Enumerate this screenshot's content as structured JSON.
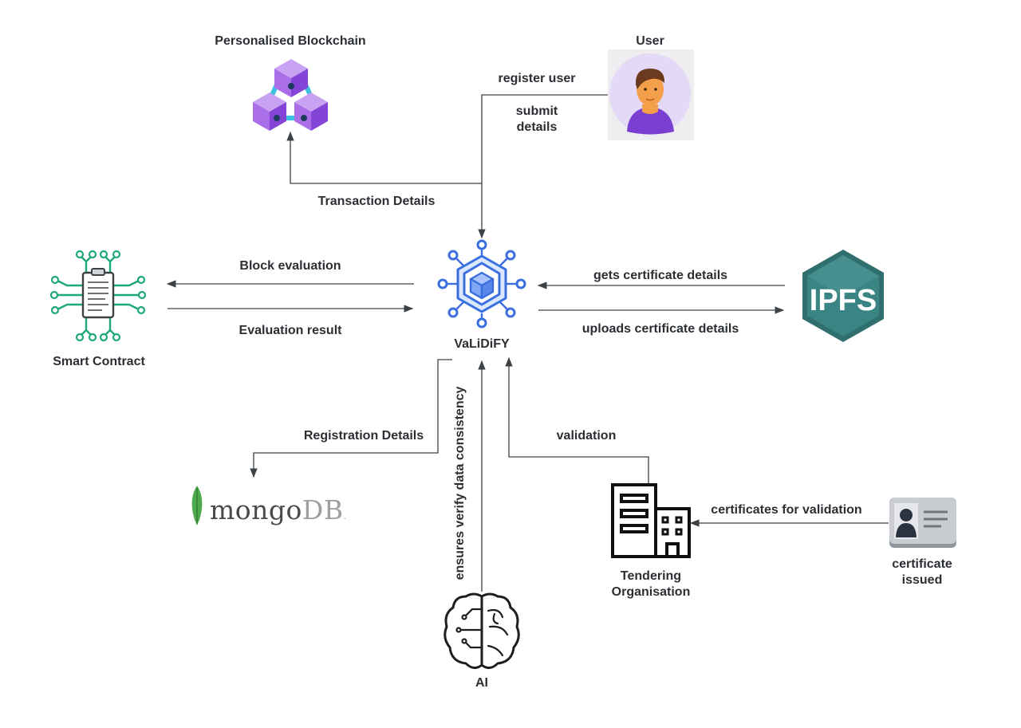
{
  "nodes": {
    "blockchain": "Personalised Blockchain",
    "user": "User",
    "validify": "VaLiDiFY",
    "smart_contract": "Smart Contract",
    "ipfs_logo": "IPFS",
    "mongodb_logo": {
      "mongo": "mongo",
      "db": "DB",
      "mark": "."
    },
    "tendering_org_line1": "Tendering",
    "tendering_org_line2": "Organisation",
    "certificate_line1": "certificate",
    "certificate_line2": "issued",
    "ai": "AI"
  },
  "edges": {
    "register_user": "register user",
    "submit_details_line1": "submit",
    "submit_details_line2": "details",
    "transaction_details": "Transaction Details",
    "block_evaluation": "Block evaluation",
    "evaluation_result": "Evaluation result",
    "gets_certificate_details": "gets certificate details",
    "uploads_certificate_details": "uploads certificate details",
    "registration_details": "Registration Details",
    "ai_consistency": "ensures verify data consistency",
    "validation": "validation",
    "certificates_for_validation": "certificates for validation"
  },
  "colors": {
    "line": "#3d4246",
    "text": "#2b2f33",
    "blockchain_purple": "#9b5de5",
    "validify_blue": "#3b6fe0",
    "smart_contract_green": "#1fa87a",
    "ipfs_teal": "#3a8584",
    "mongo_green": "#4fa94d",
    "user_orange": "#f4a04a",
    "user_purple": "#7a3fd1"
  }
}
